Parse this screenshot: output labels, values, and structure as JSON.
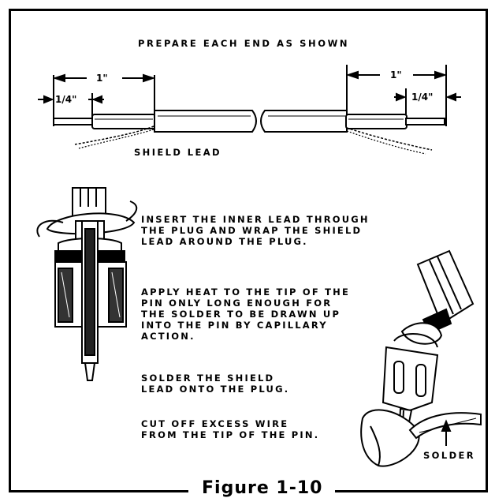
{
  "heading": "PREPARE EACH END AS SHOWN",
  "dimensions": {
    "left_one_inch": "1\"",
    "left_quarter_inch": "1/4\"",
    "right_one_inch": "1\"",
    "right_quarter_inch": "1/4\""
  },
  "labels": {
    "shield_lead": "SHIELD LEAD",
    "solder": "SOLDER"
  },
  "instructions": [
    [
      "INSERT THE INNER LEAD THROUGH",
      "THE PLUG AND WRAP THE SHIELD",
      "LEAD AROUND THE PLUG."
    ],
    [
      "APPLY HEAT TO THE TIP OF THE",
      "PIN ONLY LONG ENOUGH FOR",
      "THE SOLDER TO BE DRAWN UP",
      "INTO THE PIN BY CAPILLARY",
      "ACTION."
    ],
    [
      "SOLDER THE SHIELD",
      "LEAD ONTO THE PLUG."
    ],
    [
      "CUT OFF EXCESS WIRE",
      "FROM THE TIP OF THE PIN."
    ]
  ],
  "caption": "Figure 1-10"
}
